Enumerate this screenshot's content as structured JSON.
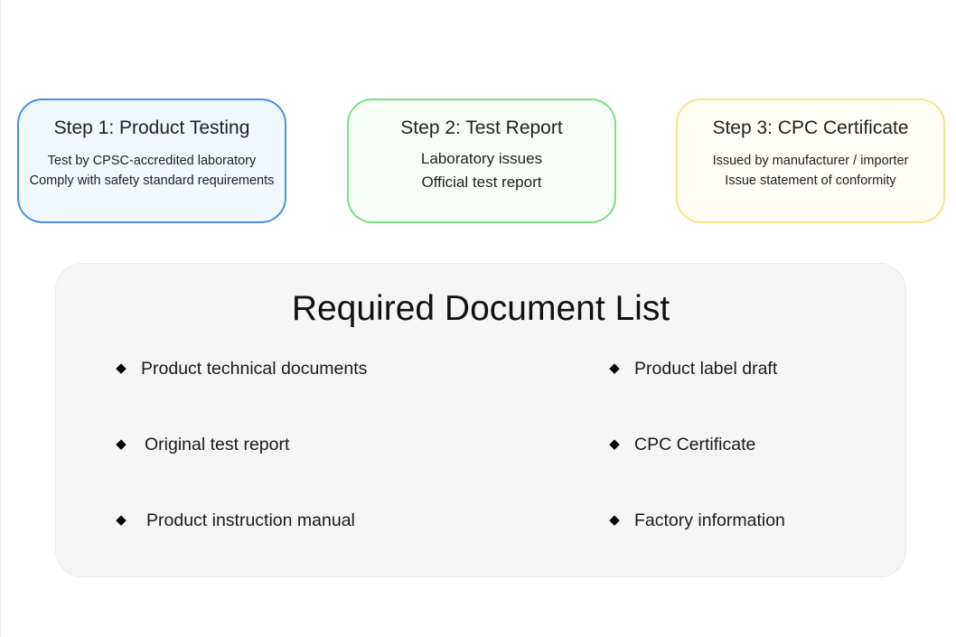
{
  "steps": [
    {
      "title": "Step 1: Product Testing",
      "lines": [
        "Test by CPSC-accredited laboratory",
        "Comply with safety standard requirements"
      ],
      "border_color": "#4a8ee6",
      "fill_color": "#eef8fd"
    },
    {
      "title": "Step 2: Test Report",
      "lines": [
        "Laboratory issues",
        "Official test report"
      ],
      "border_color": "#7be07f",
      "fill_color": "#f7fdf7"
    },
    {
      "title": "Step 3: CPC Certificate",
      "lines": [
        "Issued by manufacturer / importer",
        "Issue statement of conformity"
      ],
      "border_color": "#f5e68c",
      "fill_color": "#fffef5"
    }
  ],
  "documents": {
    "title": "Required Document List",
    "bullet_icon": "diamond-bullet-icon",
    "items": [
      "Product technical documents",
      "Product label draft",
      "Original test report",
      "CPC Certificate",
      "Product instruction manual",
      "Factory information"
    ]
  }
}
